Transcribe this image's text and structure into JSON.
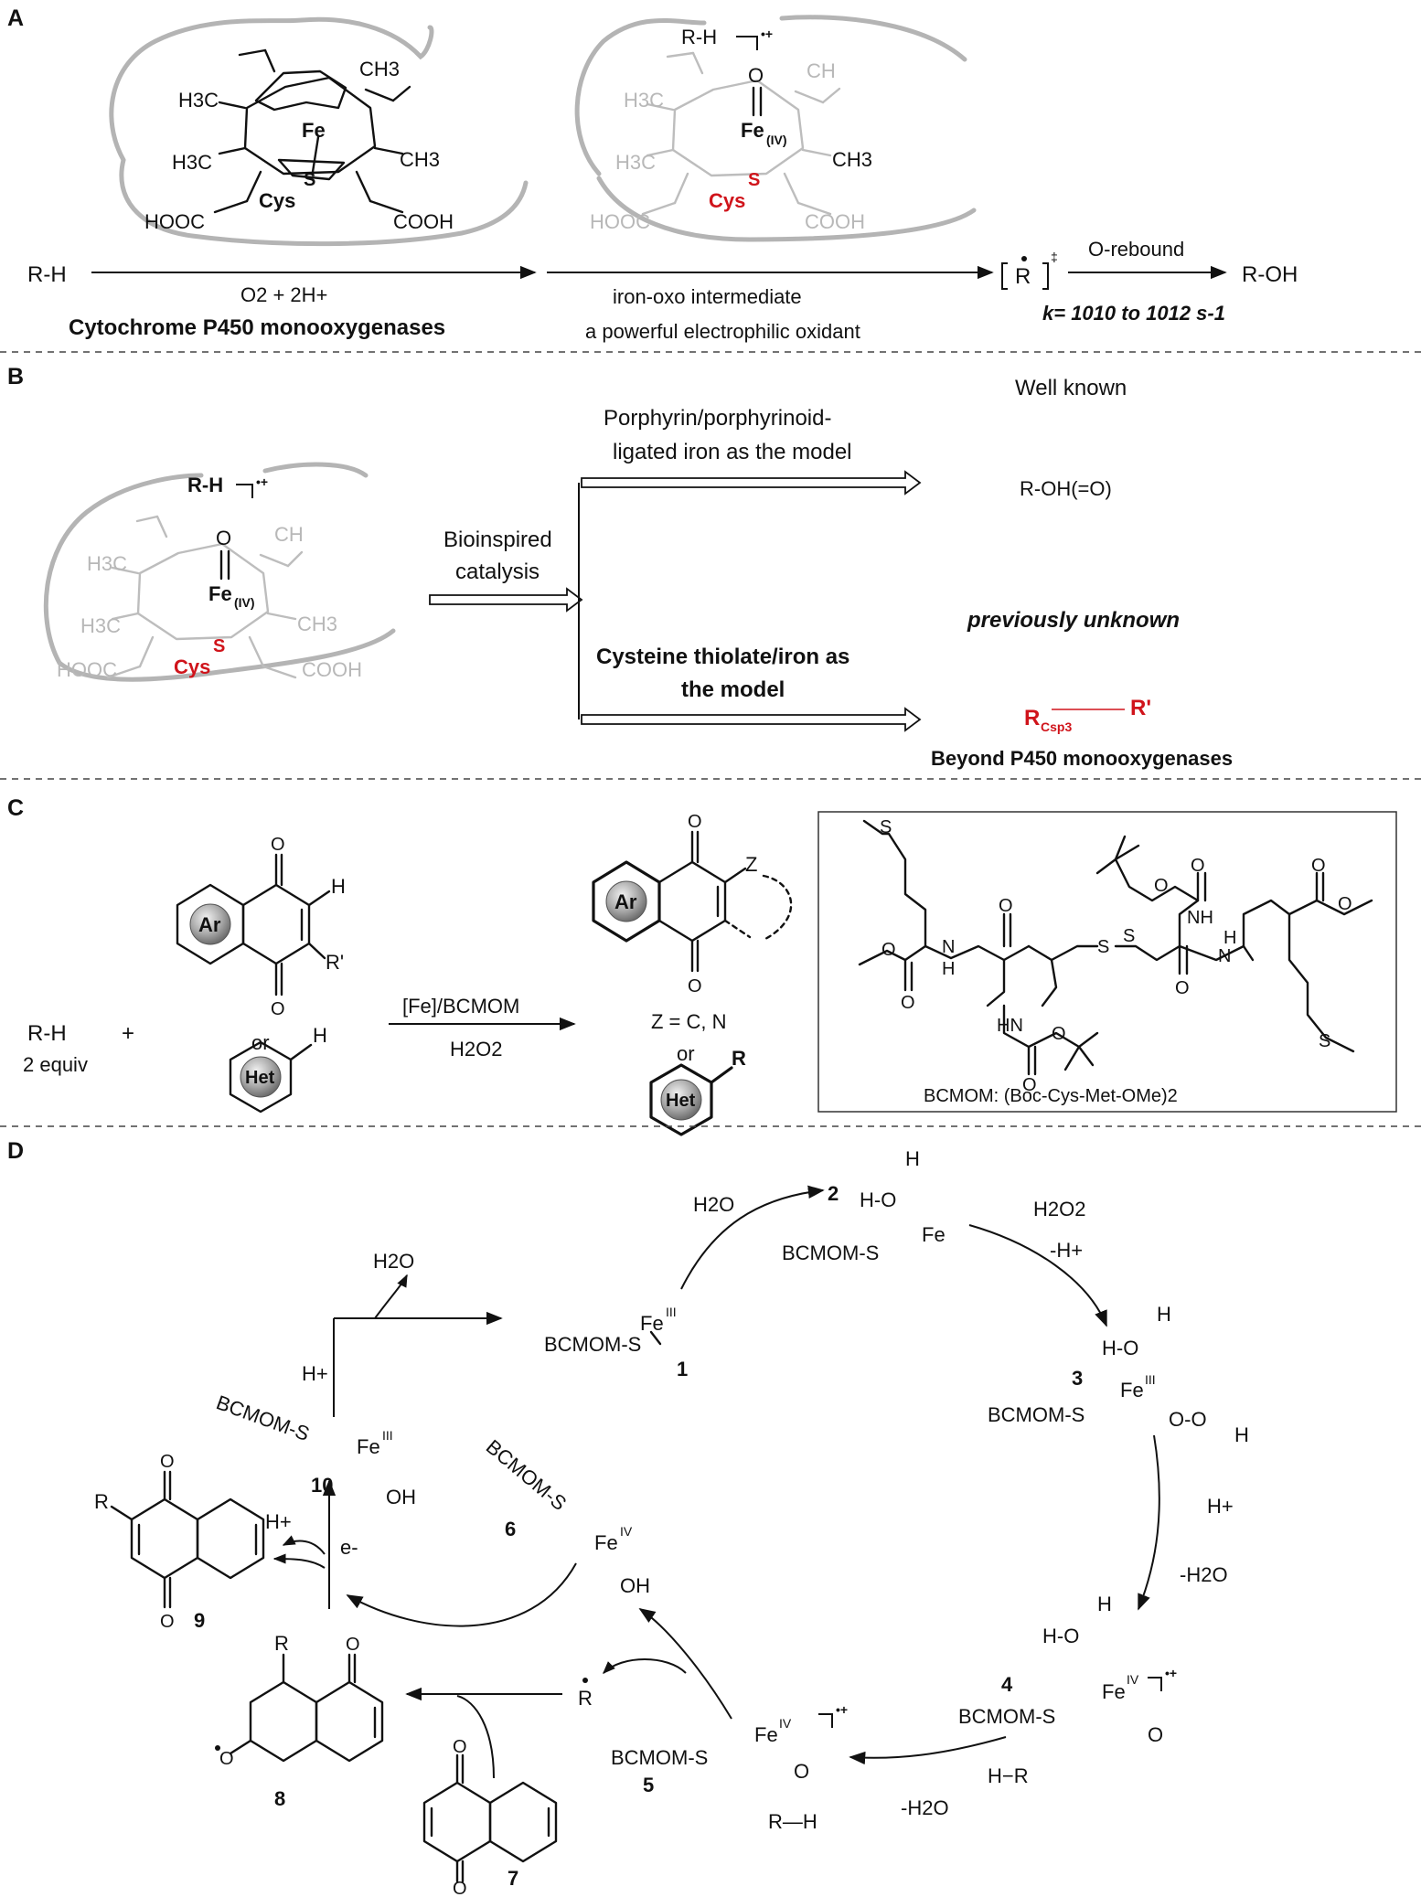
{
  "sectionA": {
    "label": "A",
    "porphyrin_labels": {
      "h3c_top": "H3C",
      "ch3_top": "CH3",
      "fe": "Fe",
      "h3c_bottom": "H3C",
      "ch3_bottom": "CH3",
      "s": "S",
      "cys": "Cys",
      "hooc": "HOOC",
      "cooh": "COOH"
    },
    "oxo_labels": {
      "rh": "R-H",
      "radical_charge": "•+",
      "o": "O",
      "ch": "CH",
      "fe": "Fe",
      "fe_ox": "(IV)",
      "s": "S",
      "cys": "Cys"
    },
    "substrate": "R-H",
    "arrow1_below": "O2 + 2H+",
    "enzyme_name": "Cytochrome P450 monooxygenases",
    "arrow2_line1": "iron-oxo intermediate",
    "arrow2_line2": "a powerful electrophilic oxidant",
    "radical": "R",
    "rebound_label": "O-rebound",
    "product": "R-OH",
    "rate": "k= 1010 to 1012 s-1"
  },
  "sectionB": {
    "label": "B",
    "rh": "R-H",
    "bioinspired_line1": "Bioinspired",
    "bioinspired_line2": "catalysis",
    "route1_line1": "Porphyrin/porphyrinoid-",
    "route1_line2": "ligated iron as the model",
    "well_known": "Well known",
    "route1_product": "R-OH(=O)",
    "previously_unknown": "previously unknown",
    "route2_line1": "Cysteine thiolate/iron as",
    "route2_line2": "the model",
    "route2_product_r": "R",
    "route2_product_sub": "Csp3",
    "route2_product_rp": "R'",
    "beyond": "Beyond P450 monooxygenases"
  },
  "sectionC": {
    "label": "C",
    "reagent": "R-H",
    "equiv": "2 equiv",
    "plus": "+",
    "ar": "Ar",
    "or": "or",
    "het": "Het",
    "h": "H",
    "rprime": "R'",
    "cond_top": "[Fe]/BCMOM",
    "cond_bottom": "H2O2",
    "z": "Z",
    "z_def": "Z = C, N",
    "r": "R",
    "ligand_caption": "BCMOM: (Boc-Cys-Met-OMe)2"
  },
  "sectionD": {
    "label": "D",
    "bcmom_s": "BCMOM-S",
    "h2o": "H2O",
    "h2o2": "H2O2",
    "minus_h": "-H+",
    "h_plus": "H+",
    "minus_h2o": "-H2O",
    "electron": "e-",
    "hr": "H−R",
    "compound_numbers": [
      "1",
      "2",
      "3",
      "4",
      "5",
      "6",
      "7",
      "8",
      "9",
      "10"
    ]
  }
}
